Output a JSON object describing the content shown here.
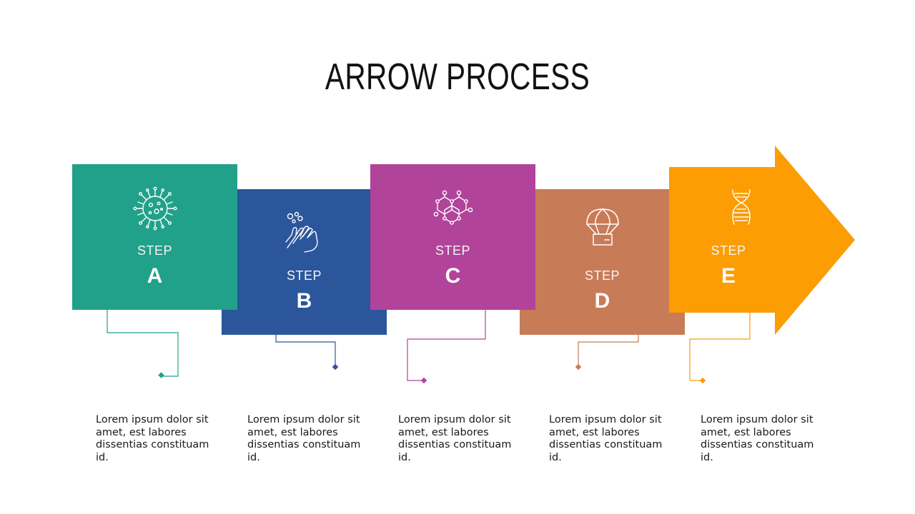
{
  "title": "ARROW PROCESS",
  "colors": {
    "a": "#21a189",
    "b": "#2b569c",
    "c": "#b1439a",
    "d": "#c87b57",
    "e": "#fb9d03"
  },
  "steps": [
    {
      "label": "STEP",
      "letter": "A",
      "icon": "virus-icon",
      "text": "Lorem ipsum dolor sit amet, est labores dissentias constituam id."
    },
    {
      "label": "STEP",
      "letter": "B",
      "icon": "hand-washing-icon",
      "text": "Lorem ipsum dolor sit amet, est labores dissentias constituam id."
    },
    {
      "label": "STEP",
      "letter": "C",
      "icon": "molecule-icon",
      "text": "Lorem ipsum dolor sit amet, est labores dissentias constituam id."
    },
    {
      "label": "STEP",
      "letter": "D",
      "icon": "parachute-package-icon",
      "text": "Lorem ipsum dolor sit amet, est labores dissentias constituam id."
    },
    {
      "label": "STEP",
      "letter": "E",
      "icon": "dna-icon",
      "text": "Lorem ipsum dolor sit amet, est labores dissentias constituam id."
    }
  ]
}
